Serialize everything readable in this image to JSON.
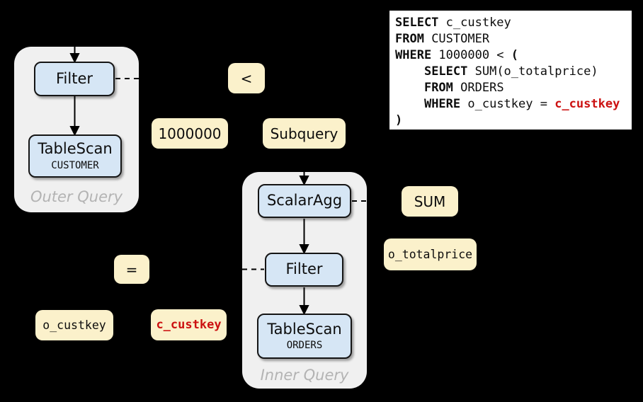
{
  "diagram": {
    "background": "#000000",
    "colors": {
      "node_fill": "#D6E6F5",
      "node_border": "#151515",
      "group_fill": "#F0F0F0",
      "operand_fill": "#FBF1CB",
      "group_label_gray": "#B3B3B3",
      "highlight_red": "#CC1111",
      "sql_bg": "#FFFFFF",
      "sql_border": "#000000",
      "connector": "#000000"
    },
    "outer_query": {
      "label": "Outer Query",
      "filter_label": "Filter",
      "tablescan_label": "TableScan",
      "tablescan_table": "CUSTOMER"
    },
    "inner_query": {
      "label": "Inner Query",
      "scalaragg_label": "ScalarAgg",
      "filter_label": "Filter",
      "tablescan_label": "TableScan",
      "tablescan_table": "ORDERS"
    },
    "operands": {
      "less_than": "<",
      "constant": "1000000",
      "subquery": "Subquery",
      "sum": "SUM",
      "o_totalprice": "o_totalprice",
      "equals": "=",
      "o_custkey": "o_custkey",
      "c_custkey": "c_custkey"
    }
  },
  "sql_panel": {
    "lines": [
      {
        "segments": [
          {
            "text": "SELECT",
            "style": "kw"
          },
          {
            "text": " c_custkey",
            "style": "plain"
          }
        ]
      },
      {
        "segments": [
          {
            "text": "FROM",
            "style": "kw"
          },
          {
            "text": " CUSTOMER",
            "style": "plain"
          }
        ]
      },
      {
        "segments": [
          {
            "text": "WHERE",
            "style": "kw"
          },
          {
            "text": " 1000000 < ",
            "style": "plain"
          },
          {
            "text": "(",
            "style": "kw"
          }
        ]
      },
      {
        "segments": [
          {
            "text": "    ",
            "style": "plain"
          },
          {
            "text": "SELECT",
            "style": "kw"
          },
          {
            "text": " SUM(o_totalprice)",
            "style": "plain"
          }
        ]
      },
      {
        "segments": [
          {
            "text": "    ",
            "style": "plain"
          },
          {
            "text": "FROM",
            "style": "kw"
          },
          {
            "text": " ORDERS",
            "style": "plain"
          }
        ]
      },
      {
        "segments": [
          {
            "text": "    ",
            "style": "plain"
          },
          {
            "text": "WHERE",
            "style": "kw"
          },
          {
            "text": " o_custkey = ",
            "style": "plain"
          },
          {
            "text": "c_custkey",
            "style": "red"
          }
        ]
      },
      {
        "segments": [
          {
            "text": ")",
            "style": "kw"
          }
        ]
      }
    ]
  }
}
